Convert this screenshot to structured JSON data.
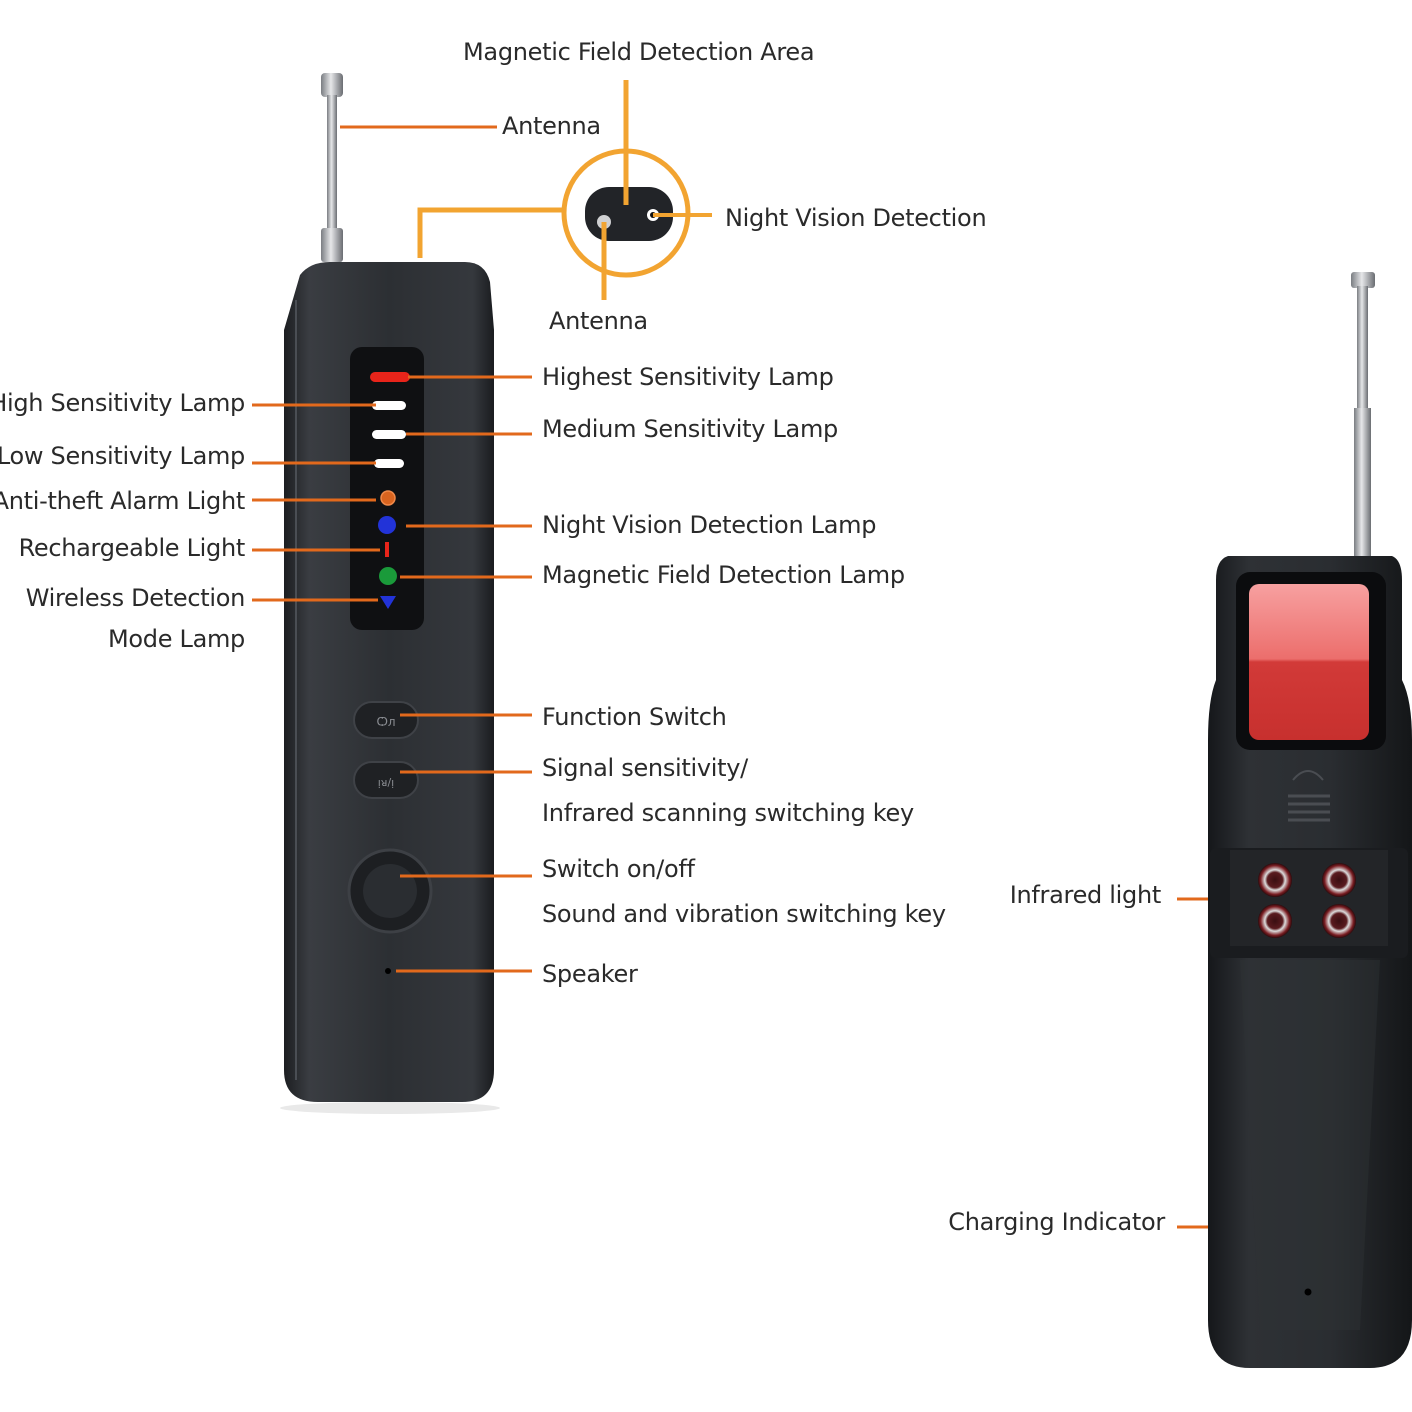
{
  "colors": {
    "leader": "#e2691c",
    "ring": "#f2a431",
    "device_body": "#2b2e32",
    "panel": "#101114",
    "lamp_red": "#e8241a",
    "lamp_white": "#ffffff",
    "lamp_orange": "#d9641f",
    "lamp_blue": "#2233d8",
    "lamp_green": "#1a9a3a",
    "ir_lens": "#e24a48"
  },
  "labels": {
    "magnetic_field_area": "Magnetic Field Detection Area",
    "antenna_top": "Antenna",
    "night_vision_detection": "Night Vision Detection",
    "antenna_bottom": "Antenna",
    "highest_sensitivity": "Highest Sensitivity Lamp",
    "medium_sensitivity": "Medium Sensitivity Lamp",
    "night_vision_lamp": "Night Vision Detection Lamp",
    "magnetic_field_lamp": "Magnetic Field Detection Lamp",
    "function_switch": "Function Switch",
    "signal_sensitivity_line1": "Signal sensitivity/",
    "signal_sensitivity_line2": "Infrared scanning switching key",
    "switch_onoff_line1": "Switch on/off",
    "switch_onoff_line2": "Sound and vibration switching key",
    "speaker": "Speaker",
    "high_sensitivity": "High Sensitivity Lamp",
    "low_sensitivity": "Low Sensitivity Lamp",
    "anti_theft": "Anti-theft Alarm Light",
    "rechargeable": "Rechargeable Light",
    "wireless_line1": "Wireless Detection",
    "wireless_line2": "Mode Lamp",
    "infrared_light": "Infrared light",
    "charging_indicator": "Charging Indicator"
  },
  "buttons": {
    "function_glyph": "Ѻл",
    "signal_glyph": "ᴉᴚ/ᴉ"
  }
}
